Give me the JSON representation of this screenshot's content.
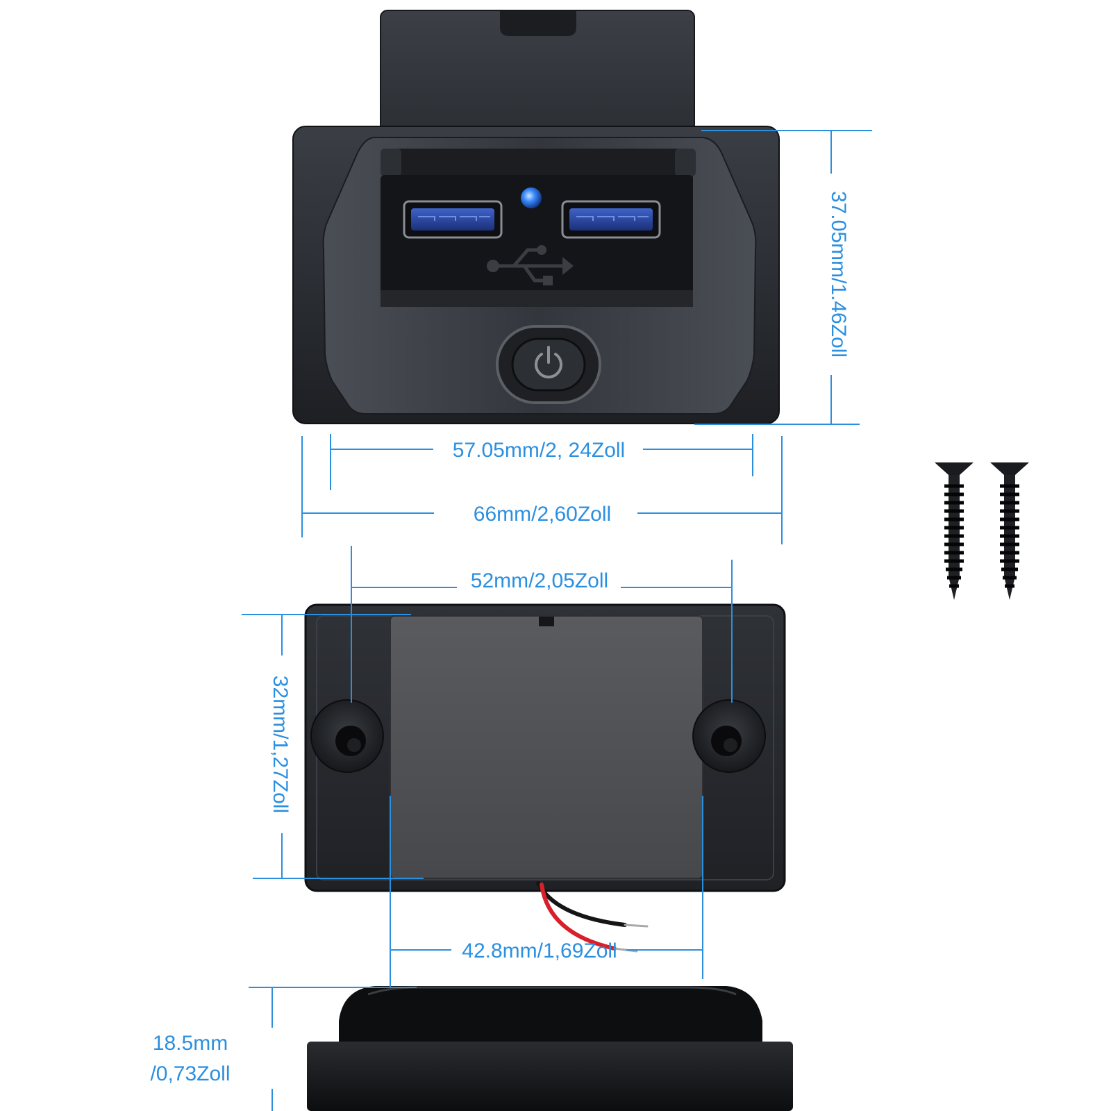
{
  "dimensions": {
    "front_height": "37.05mm/1.46Zoll",
    "inner_width": "57.05mm/2, 24Zoll",
    "outer_width": "66mm/2,60Zoll",
    "hole_spacing": "52mm/2,05Zoll",
    "back_height": "32mm/1,27Zoll",
    "body_width": "42.8mm/1,69Zoll",
    "depth_line1": "18.5mm",
    "depth_line2": "/0,73Zoll"
  },
  "colors": {
    "dimension": "#2b8fe0",
    "body": "#2a2d33",
    "indicator_led": "#3a8bff",
    "usb_port": "#2a49a8"
  },
  "icons": [
    "usb-icon",
    "power-icon",
    "screw-icon"
  ]
}
